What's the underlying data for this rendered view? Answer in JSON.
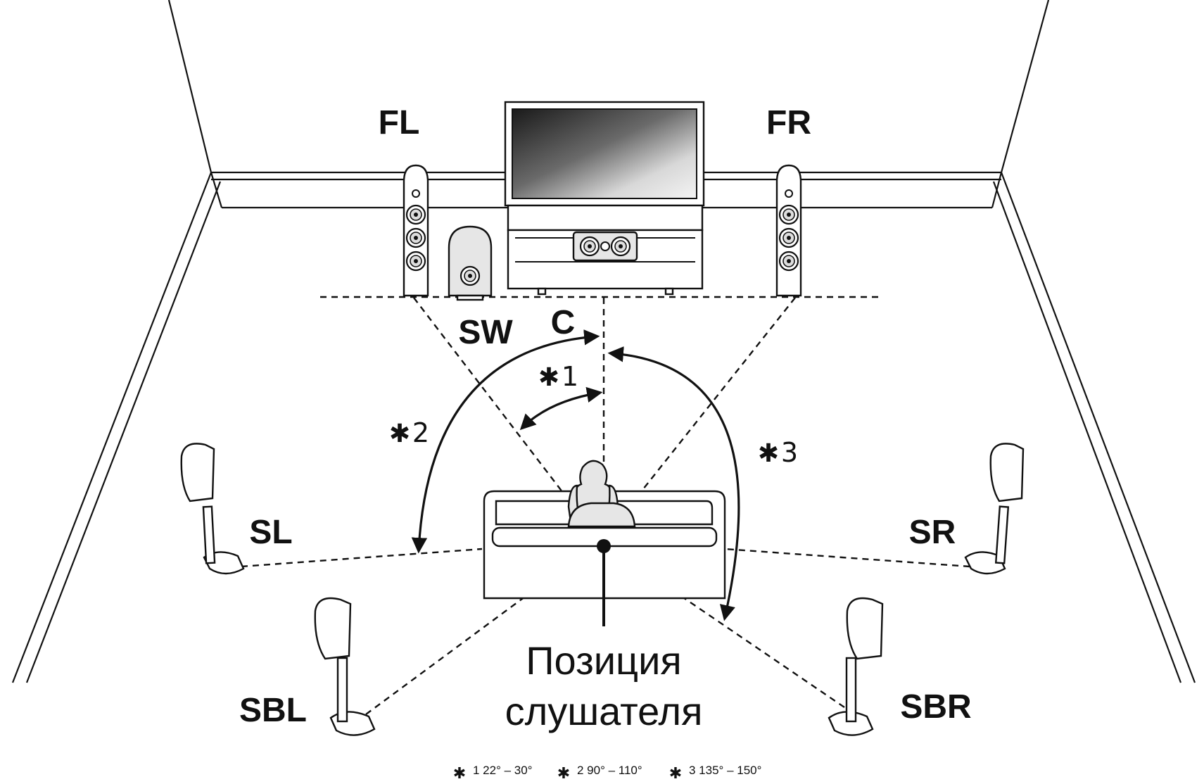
{
  "speakers": {
    "fl": "FL",
    "fr": "FR",
    "sw": "SW",
    "c": "C",
    "sl": "SL",
    "sr": "SR",
    "sbl": "SBL",
    "sbr": "SBR"
  },
  "angles": {
    "a1_mark": "✱",
    "a1_num": "1",
    "a2_mark": "✱",
    "a2_num": "2",
    "a3_mark": "✱",
    "a3_num": "3"
  },
  "listening_position": {
    "line1": "Позиция",
    "line2": "слушателя"
  },
  "footnote": {
    "n1_mark": "✱",
    "n1_text": "1 22° – 30°",
    "n2_mark": "✱",
    "n2_text": "2 90° – 110°",
    "n3_mark": "✱",
    "n3_text": "3 135° – 150°"
  }
}
